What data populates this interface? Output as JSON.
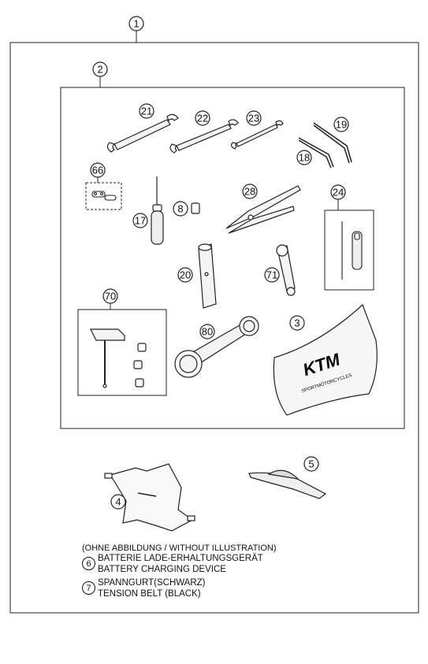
{
  "diagram": {
    "main_callout": "1",
    "group_callout": "2",
    "callouts": {
      "c21": "21",
      "c22": "22",
      "c23": "23",
      "c19": "19",
      "c18": "18",
      "c66": "66",
      "c17": "17",
      "c8": "8",
      "c28": "28",
      "c24": "24",
      "c20": "20",
      "c71": "71",
      "c70": "70",
      "c80": "80",
      "c3": "3",
      "c4": "4",
      "c5": "5"
    },
    "bag_brand": "KTM",
    "bag_tagline": "SPORTMOTORCYCLES"
  },
  "notes": {
    "without_illustration": "(OHNE ABBILDUNG / WITHOUT ILLUSTRATION)",
    "item6_number": "6",
    "item6_line1": "BATTERIE LADE-ERHALTUNGSGERÄT",
    "item6_line2": "BATTERY CHARGING DEVICE",
    "item7_number": "7",
    "item7_line1": "SPANNGURT(SCHWARZ)",
    "item7_line2": "TENSION BELT (BLACK)"
  }
}
